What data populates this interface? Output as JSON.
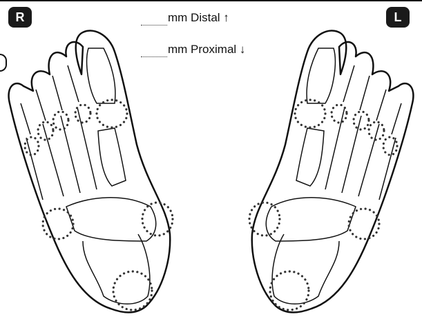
{
  "badges": {
    "right": "R",
    "left": "L"
  },
  "measurements": {
    "distal": {
      "label": "mm Distal ↑",
      "value": ""
    },
    "proximal": {
      "label": "mm Proximal ↓",
      "value": ""
    }
  },
  "colors": {
    "ink": "#111111",
    "badge": "#1a1a1a",
    "badge_text": "#ffffff",
    "background": "#ffffff"
  },
  "icons": {
    "right_foot": "right-foot-skeleton-icon",
    "left_foot": "left-foot-skeleton-icon"
  },
  "markers": {
    "right": [
      "hallux-mtp-joint",
      "second-toe-joint",
      "third-toe-joint",
      "fourth-toe-joint",
      "fifth-toe-joint",
      "fifth-metatarsal-base",
      "navicular-tuberosity",
      "calcaneus-heel"
    ],
    "left": [
      "hallux-mtp-joint",
      "second-toe-joint",
      "third-toe-joint",
      "fourth-toe-joint",
      "fifth-toe-joint",
      "fifth-metatarsal-base",
      "navicular-tuberosity",
      "calcaneus-heel"
    ]
  }
}
